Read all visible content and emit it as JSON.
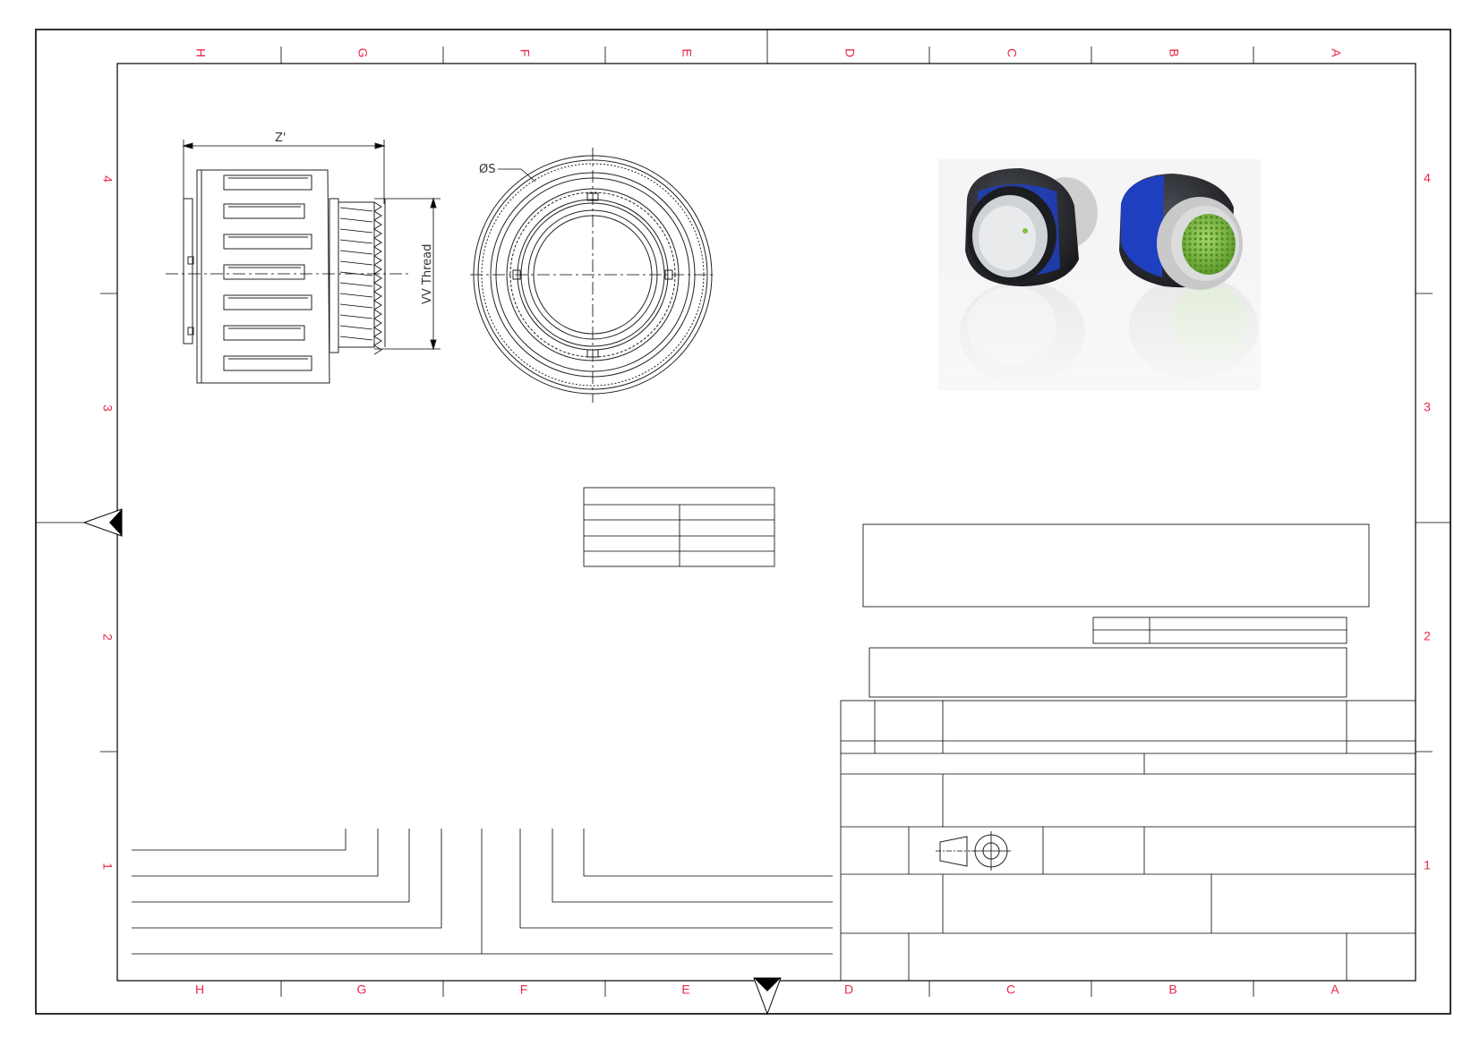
{
  "drawing": {
    "zone_columns": [
      "H",
      "G",
      "F",
      "E",
      "D",
      "C",
      "B",
      "A"
    ],
    "zone_rows": [
      "4",
      "3",
      "2",
      "1"
    ],
    "dim_length_label": "Z'",
    "dim_diameter_label": "ØS",
    "dim_thread_label": "VV Thread"
  },
  "colors": {
    "zone_label": "#e8264a",
    "connector_body": "#2b2d31",
    "connector_ring": "#1e3fbf",
    "contact_insert": "#7fbf3f",
    "coupling_teeth": "#c9c9c9"
  },
  "render": {
    "type": "3d-render",
    "objects": [
      "connector-front-view",
      "connector-rear-view"
    ]
  }
}
